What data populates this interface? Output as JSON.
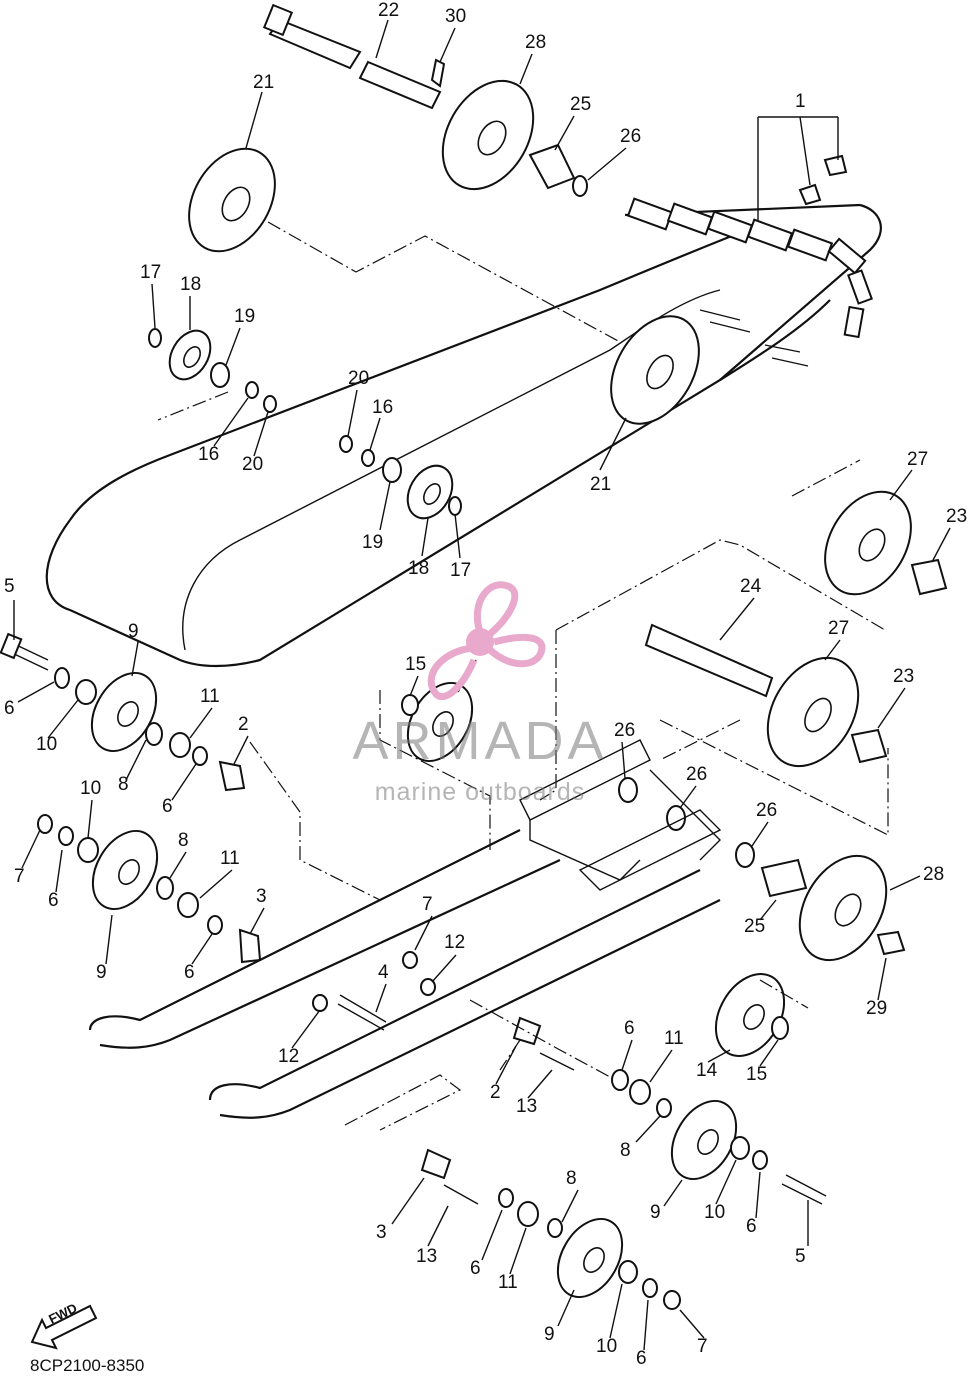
{
  "reference_code": "8CP2100-8350",
  "fwd_label": "FWD",
  "watermark": {
    "brand": "ARMADA",
    "subtitle": "marine outboards",
    "colors": {
      "logo": "#e8a9cc",
      "text": "#8a8a8a"
    }
  },
  "callouts": [
    {
      "id": "c1",
      "label": "1"
    },
    {
      "id": "c2",
      "label": "2"
    },
    {
      "id": "c3",
      "label": "3"
    },
    {
      "id": "c4",
      "label": "4"
    },
    {
      "id": "c5",
      "label": "5"
    },
    {
      "id": "c6",
      "label": "6"
    },
    {
      "id": "c7",
      "label": "7"
    },
    {
      "id": "c8",
      "label": "8"
    },
    {
      "id": "c9",
      "label": "9"
    },
    {
      "id": "c10",
      "label": "10"
    },
    {
      "id": "c11",
      "label": "11"
    },
    {
      "id": "c12",
      "label": "12"
    },
    {
      "id": "c13",
      "label": "13"
    },
    {
      "id": "c14",
      "label": "14"
    },
    {
      "id": "c15",
      "label": "15"
    },
    {
      "id": "c16",
      "label": "16"
    },
    {
      "id": "c17",
      "label": "17"
    },
    {
      "id": "c18",
      "label": "18"
    },
    {
      "id": "c19",
      "label": "19"
    },
    {
      "id": "c20",
      "label": "20"
    },
    {
      "id": "c21",
      "label": "21"
    },
    {
      "id": "c22",
      "label": "22"
    },
    {
      "id": "c23",
      "label": "23"
    },
    {
      "id": "c24",
      "label": "24"
    },
    {
      "id": "c25",
      "label": "25"
    },
    {
      "id": "c26",
      "label": "26"
    },
    {
      "id": "c27",
      "label": "27"
    },
    {
      "id": "c28",
      "label": "28"
    },
    {
      "id": "c29",
      "label": "29"
    },
    {
      "id": "c30",
      "label": "30"
    }
  ]
}
